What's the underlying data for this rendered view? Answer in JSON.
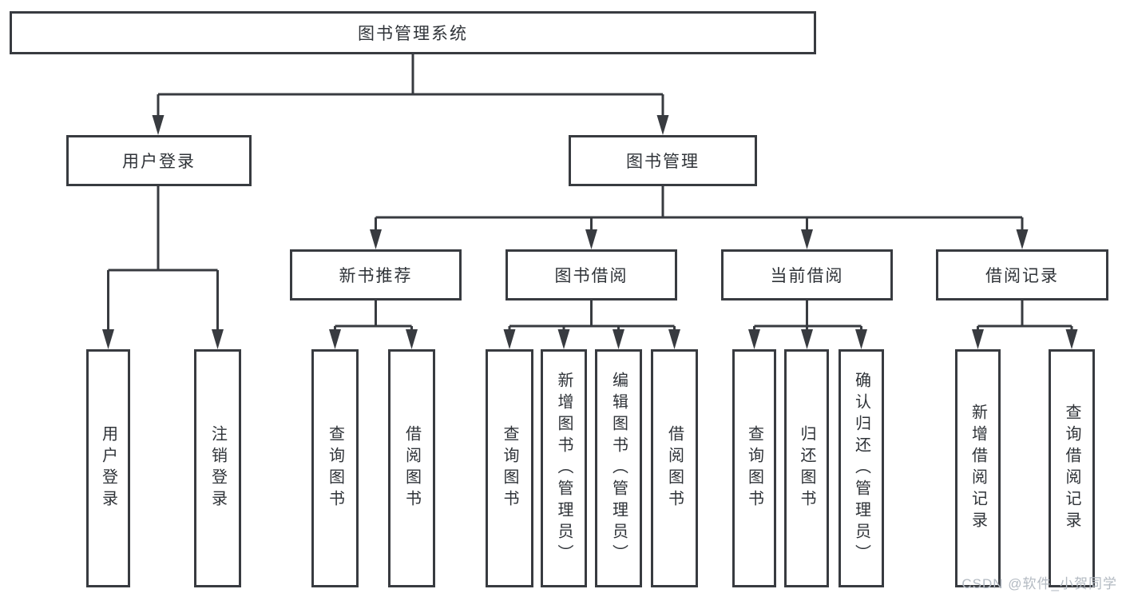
{
  "diagram": {
    "type": "hierarchy",
    "root": {
      "label": "图书管理系统"
    },
    "branches": [
      {
        "label": "用户登录",
        "children": [
          {
            "label": "用户登录"
          },
          {
            "label": "注销登录"
          }
        ]
      },
      {
        "label": "图书管理",
        "children": [
          {
            "label": "新书推荐",
            "children": [
              {
                "label": "查询图书"
              },
              {
                "label": "借阅图书"
              }
            ]
          },
          {
            "label": "图书借阅",
            "children": [
              {
                "label": "查询图书"
              },
              {
                "label": "新增图书（管理员）"
              },
              {
                "label": "编辑图书（管理员）"
              },
              {
                "label": "借阅图书"
              }
            ]
          },
          {
            "label": "当前借阅",
            "children": [
              {
                "label": "查询图书"
              },
              {
                "label": "归还图书"
              },
              {
                "label": "确认归还（管理员）"
              }
            ]
          },
          {
            "label": "借阅记录",
            "children": [
              {
                "label": "新增借阅记录"
              },
              {
                "label": "查询借阅记录"
              }
            ]
          }
        ]
      }
    ]
  },
  "colors": {
    "line": "#383b40",
    "text": "#2f3338",
    "watermark": "#b3bac2"
  },
  "watermark": {
    "text": "CSDN @软件_小贺同学"
  }
}
